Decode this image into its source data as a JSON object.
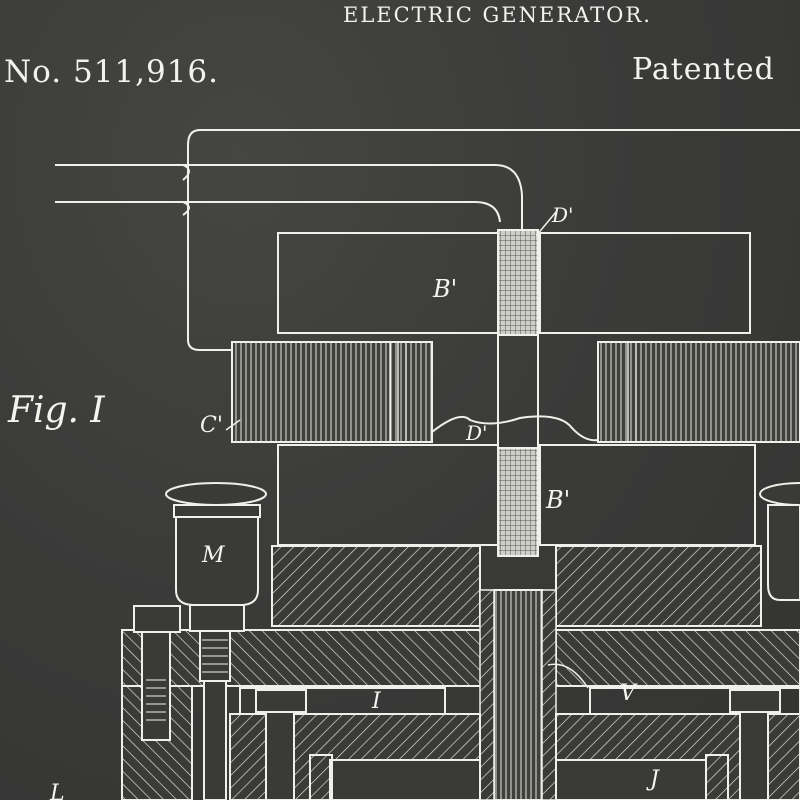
{
  "header": {
    "title": "ELECTRIC GENERATOR.",
    "patent_number": "No. 511,916.",
    "patented": "Patented"
  },
  "figure": {
    "label": "Fig. I",
    "parts": {
      "d_prime_top": "D'",
      "b_prime_top": "B'",
      "c_prime": "C'",
      "d_prime_mid": "D'",
      "b_prime_bottom": "B'",
      "m": "M",
      "i": "I",
      "v": "V",
      "j": "J",
      "l": "L"
    }
  },
  "colors": {
    "background": "#3a3a39",
    "ink": "#f2f2ee"
  }
}
